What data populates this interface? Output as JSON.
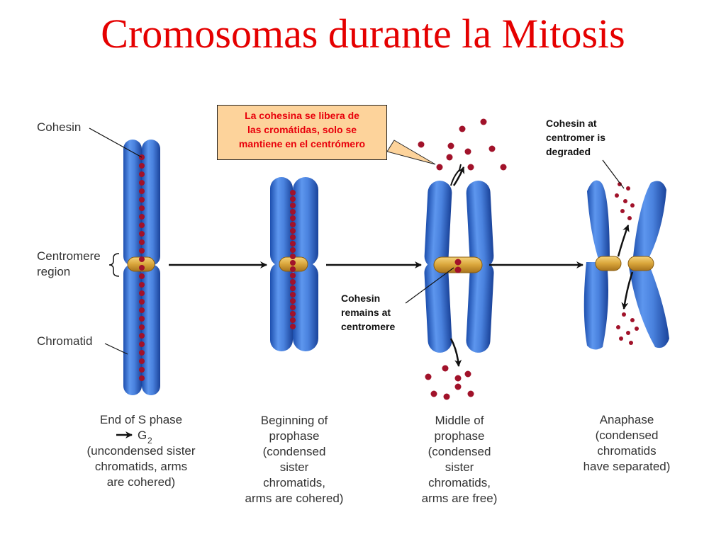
{
  "title": "Cromosomas durante la Mitosis",
  "callout": {
    "lines": [
      "La cohesina se libera de",
      "las cromátidas, solo se",
      "mantiene en el centrómero"
    ]
  },
  "labels": {
    "cohesin": "Cohesin",
    "centromere": [
      "Centromere",
      "region"
    ],
    "chromatid": "Chromatid",
    "cohesin_remains": [
      "Cohesin",
      "remains at",
      "centromere"
    ],
    "cohesin_degraded": [
      "Cohesin at",
      "centromer is",
      "degraded"
    ]
  },
  "stages": [
    {
      "name": "end-of-s-phase",
      "caption": [
        "End of S phase",
        "G",
        "(uncondensed sister",
        "chromatids, arms",
        "are cohered)"
      ],
      "subscript": "2"
    },
    {
      "name": "beginning-of-prophase",
      "caption": [
        "Beginning of",
        "prophase",
        "(condensed",
        "sister",
        "chromatids,",
        "arms are cohered)"
      ]
    },
    {
      "name": "middle-of-prophase",
      "caption": [
        "Middle of",
        "prophase",
        "(condensed",
        "sister",
        "chromatids,",
        "arms are free)"
      ]
    },
    {
      "name": "anaphase",
      "caption": [
        "Anaphase",
        "(condensed",
        "chromatids",
        "have separated)"
      ]
    }
  ],
  "colors": {
    "title": "#e50000",
    "chromatid": "#3f78d8",
    "cohesin": "#a1122a",
    "centromere": "#d9a53a",
    "callout_bg": "#fdd39b",
    "callout_text": "#e8000b"
  }
}
